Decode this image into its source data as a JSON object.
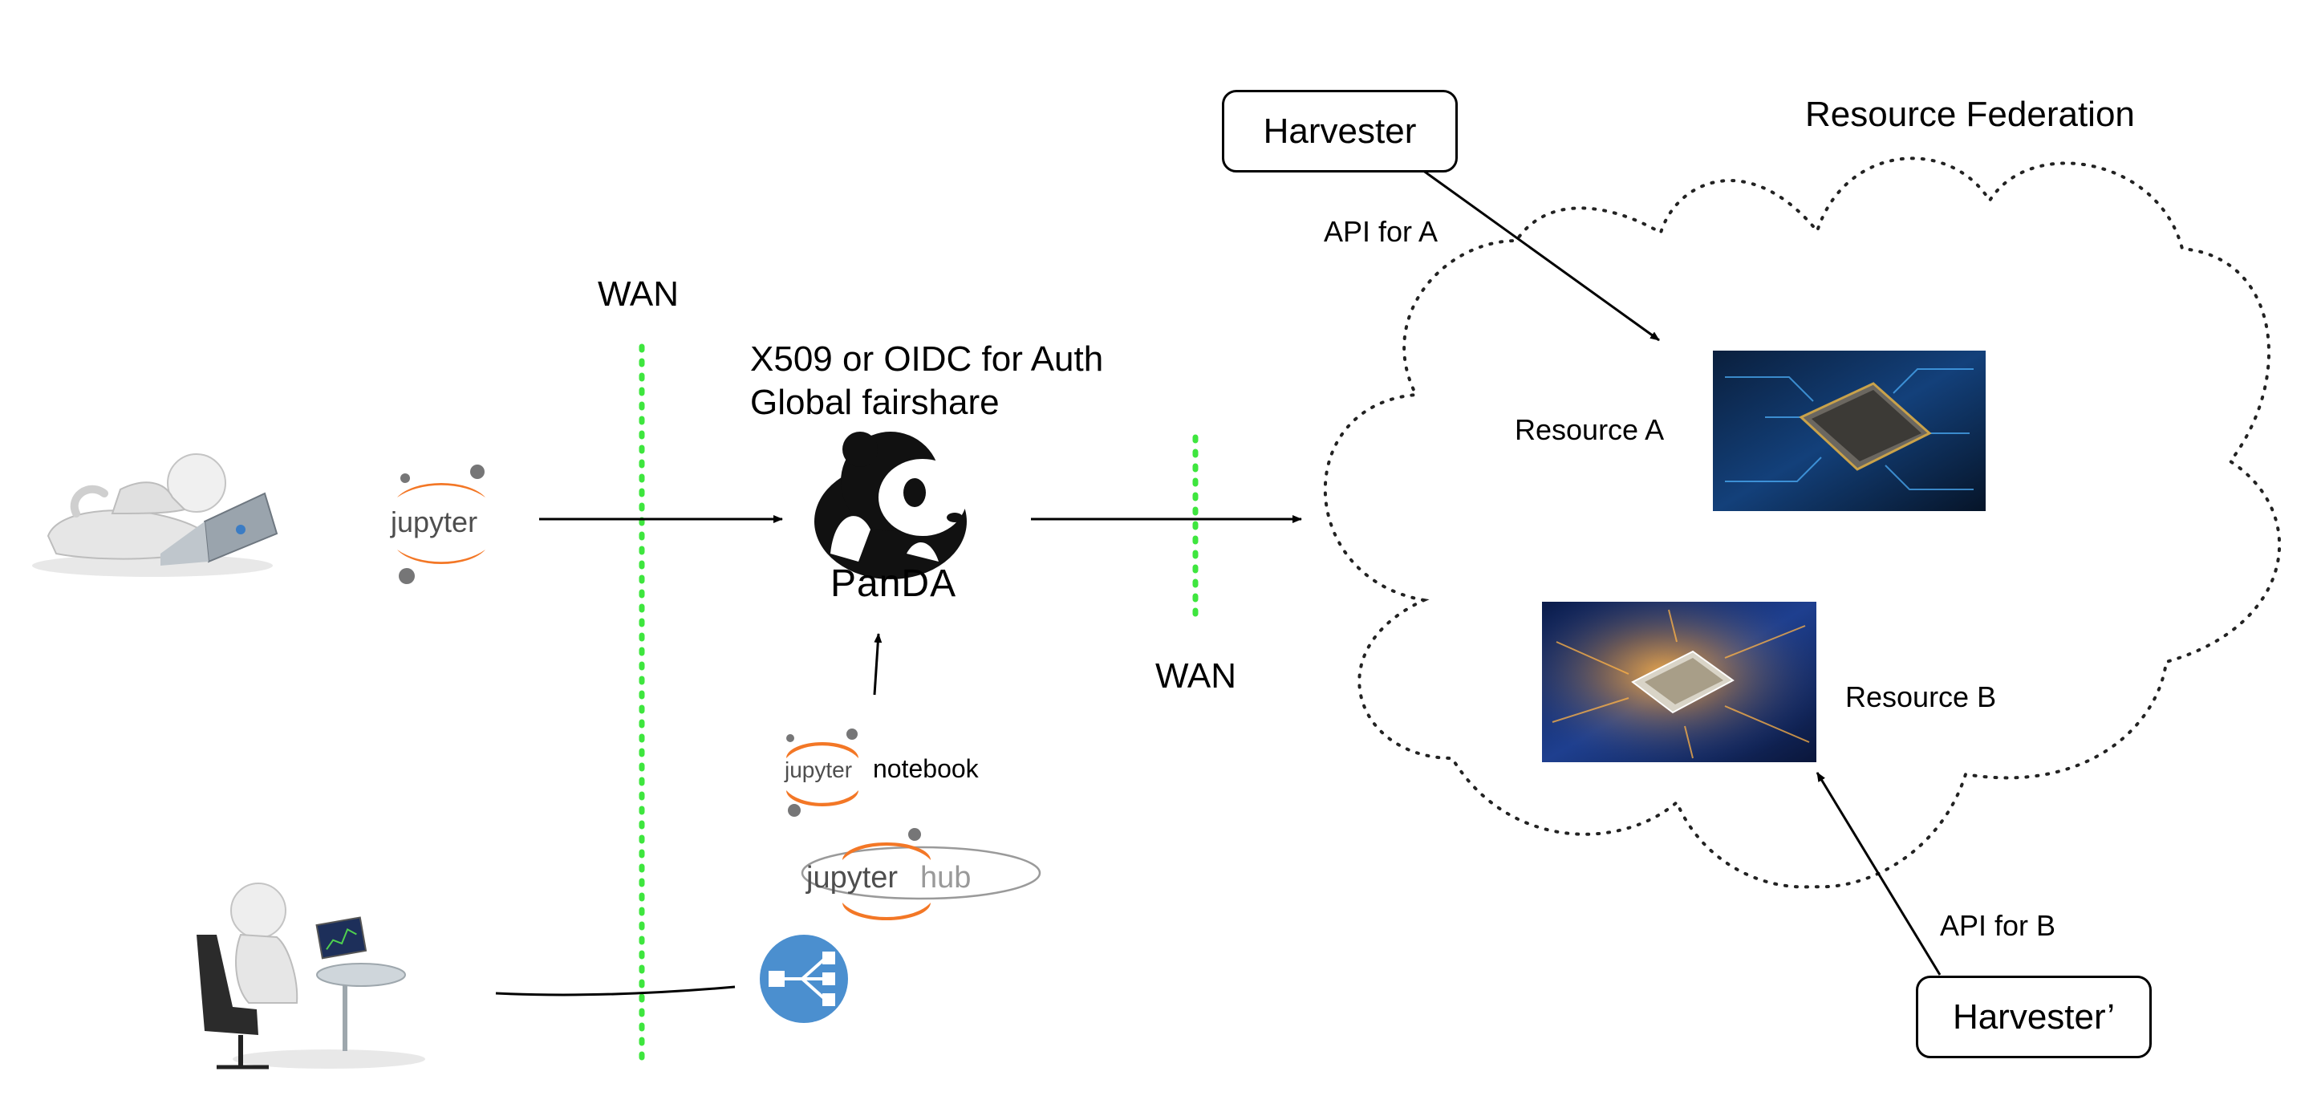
{
  "labels": {
    "wan_left": "WAN",
    "wan_right": "WAN",
    "auth_line1": "X509 or OIDC for Auth",
    "auth_line2": "Global fairshare",
    "resource_federation": "Resource Federation",
    "api_for_a": "API for A",
    "api_for_b": "API for B",
    "resource_a": "Resource A",
    "resource_b": "Resource B"
  },
  "boxes": {
    "harvester": "Harvester",
    "harvester_prime": "Harvester’"
  },
  "logos": {
    "jupyter": "jupyter",
    "jupyter_notebook_word": "jupyter",
    "notebook_word": "notebook",
    "jupyterhub_word1": "jupyter",
    "jupyterhub_word2": "hub",
    "panda": "PanDA"
  },
  "colors": {
    "wan_line": "#3ee63e",
    "jupyter_orange": "#f37726",
    "jupyter_gray": "#767677",
    "hub_blue": "#4b8fcf",
    "cloud_stroke": "#222222",
    "chip_bg": "#0d2a55"
  },
  "icons": [
    "user-lying-laptop-icon",
    "user-desk-computer-icon",
    "jupyter-logo-icon",
    "panda-logo-icon",
    "jupyter-notebook-logo-icon",
    "jupyterhub-logo-icon",
    "network-share-icon",
    "chip-image-a",
    "chip-image-b"
  ]
}
